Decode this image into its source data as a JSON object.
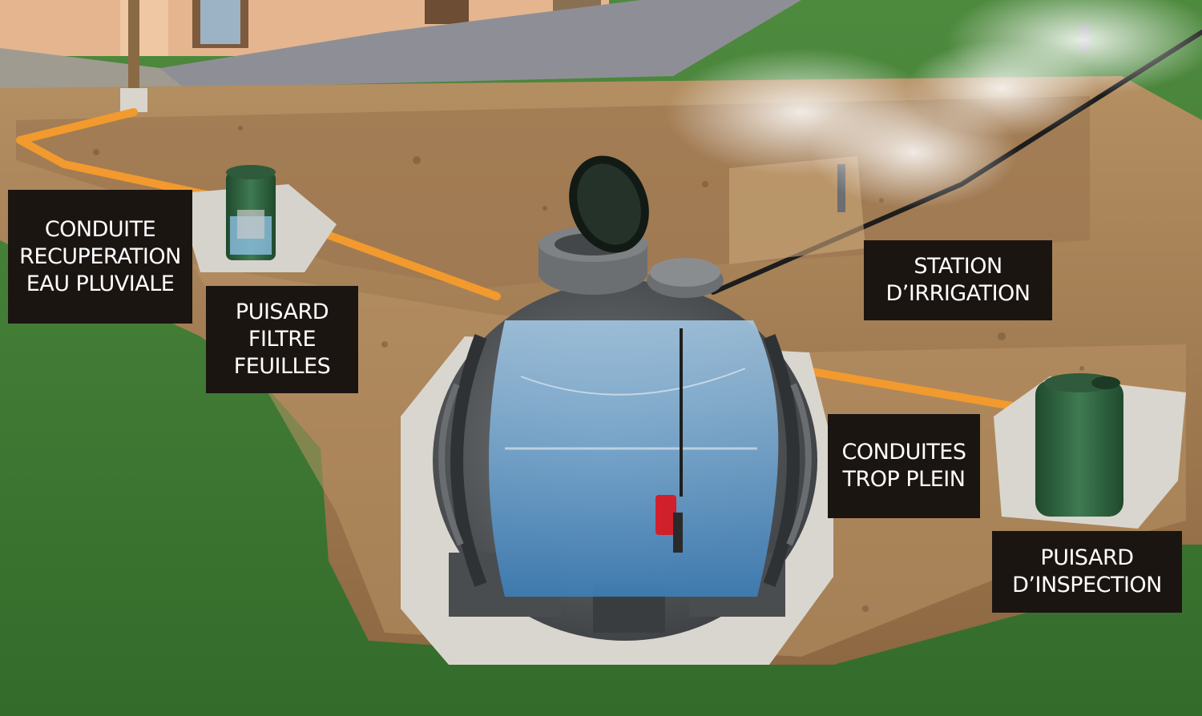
{
  "labels": {
    "conduite_recuperation": [
      "CONDUITE",
      "RECUPERATION",
      "EAU PLUVIALE"
    ],
    "puisard_filtre": [
      "PUISARD",
      "FILTRE",
      "FEUILLES"
    ],
    "station_irrigation": [
      "STATION",
      "D’IRRIGATION"
    ],
    "conduites_trop_plein": [
      "CONDUITES",
      "TROP PLEIN"
    ],
    "puisard_inspection": [
      "PUISARD",
      "D’INSPECTION"
    ]
  },
  "colors": {
    "grass": "#3f7a34",
    "soil": "#a0794d",
    "pipe": "#f29a2e",
    "tank": "#5a5d60",
    "water": "#6fa8d8",
    "manhole": "#2f5a3c",
    "gravel": "#d9d6cf",
    "label_bg": "#1b1512",
    "pump": "#d0202c"
  }
}
